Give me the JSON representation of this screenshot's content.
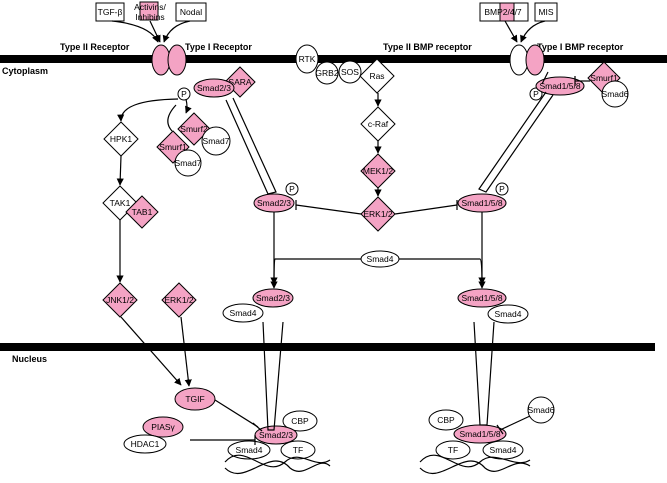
{
  "labels": {
    "cytoplasm": "Cytoplasm",
    "nucleus": "Nucleus",
    "type2_receptor": "Type II Receptor",
    "type1_receptor": "Type I Receptor",
    "type2_bmp_receptor": "Type II BMP receptor",
    "type1_bmp_receptor": "Type I BMP receptor"
  },
  "ligands": {
    "tgfb": "TGF-β",
    "activins": "Activins/",
    "inhibins": "Inhibins",
    "nodal": "Nodal",
    "bmp": "BMP2/4/7",
    "mis": "MIS"
  },
  "nodes": {
    "p_left": "P",
    "p_right": "P",
    "p_smad23": "P",
    "p_smad158": "P",
    "sara": "SARA",
    "smad23_top": "Smad2/3",
    "smurf2": "Smurf2",
    "smad7_a": "Smad7",
    "smurf1_left": "Smurf1",
    "smad7_b": "Smad7",
    "hpk1": "HPK1",
    "tak1": "TAK1",
    "tab1": "TAB1",
    "jnk12": "JNK1/2",
    "erk12_left": "ERK1/2",
    "rtk": "RTK",
    "grb2": "GRB2",
    "sos": "SOS",
    "ras": "Ras",
    "craf": "c-Raf",
    "mek12": "MEK1/2",
    "erk12_mid": "ERK1/2",
    "smad23_mid": "Smad2/3",
    "smad158_mid": "Smad1/5/8",
    "smad4_mid": "Smad4",
    "smad23_low": "Smad2/3",
    "smad4_low_left": "Smad4",
    "smad158_low": "Smad1/5/8",
    "smad4_low_right": "Smad4",
    "smad158_top": "Smad1/5/8",
    "smurf1_right": "Smurf1",
    "smad6_top": "Smad6",
    "tgif": "TGIF",
    "piasy": "PIASγ",
    "hdac1": "HDAC1",
    "cbp_left": "CBP",
    "smad23_nuc": "Smad2/3",
    "smad4_nuc_left": "Smad4",
    "tf_left": "TF",
    "cbp_right": "CBP",
    "smad6_nuc": "Smad6",
    "smad158_nuc": "Smad1/5/8",
    "tf_right": "TF",
    "smad4_nuc_right": "Smad4"
  },
  "colors": {
    "pink": "#f4a3c4",
    "membrane": "#000000"
  }
}
